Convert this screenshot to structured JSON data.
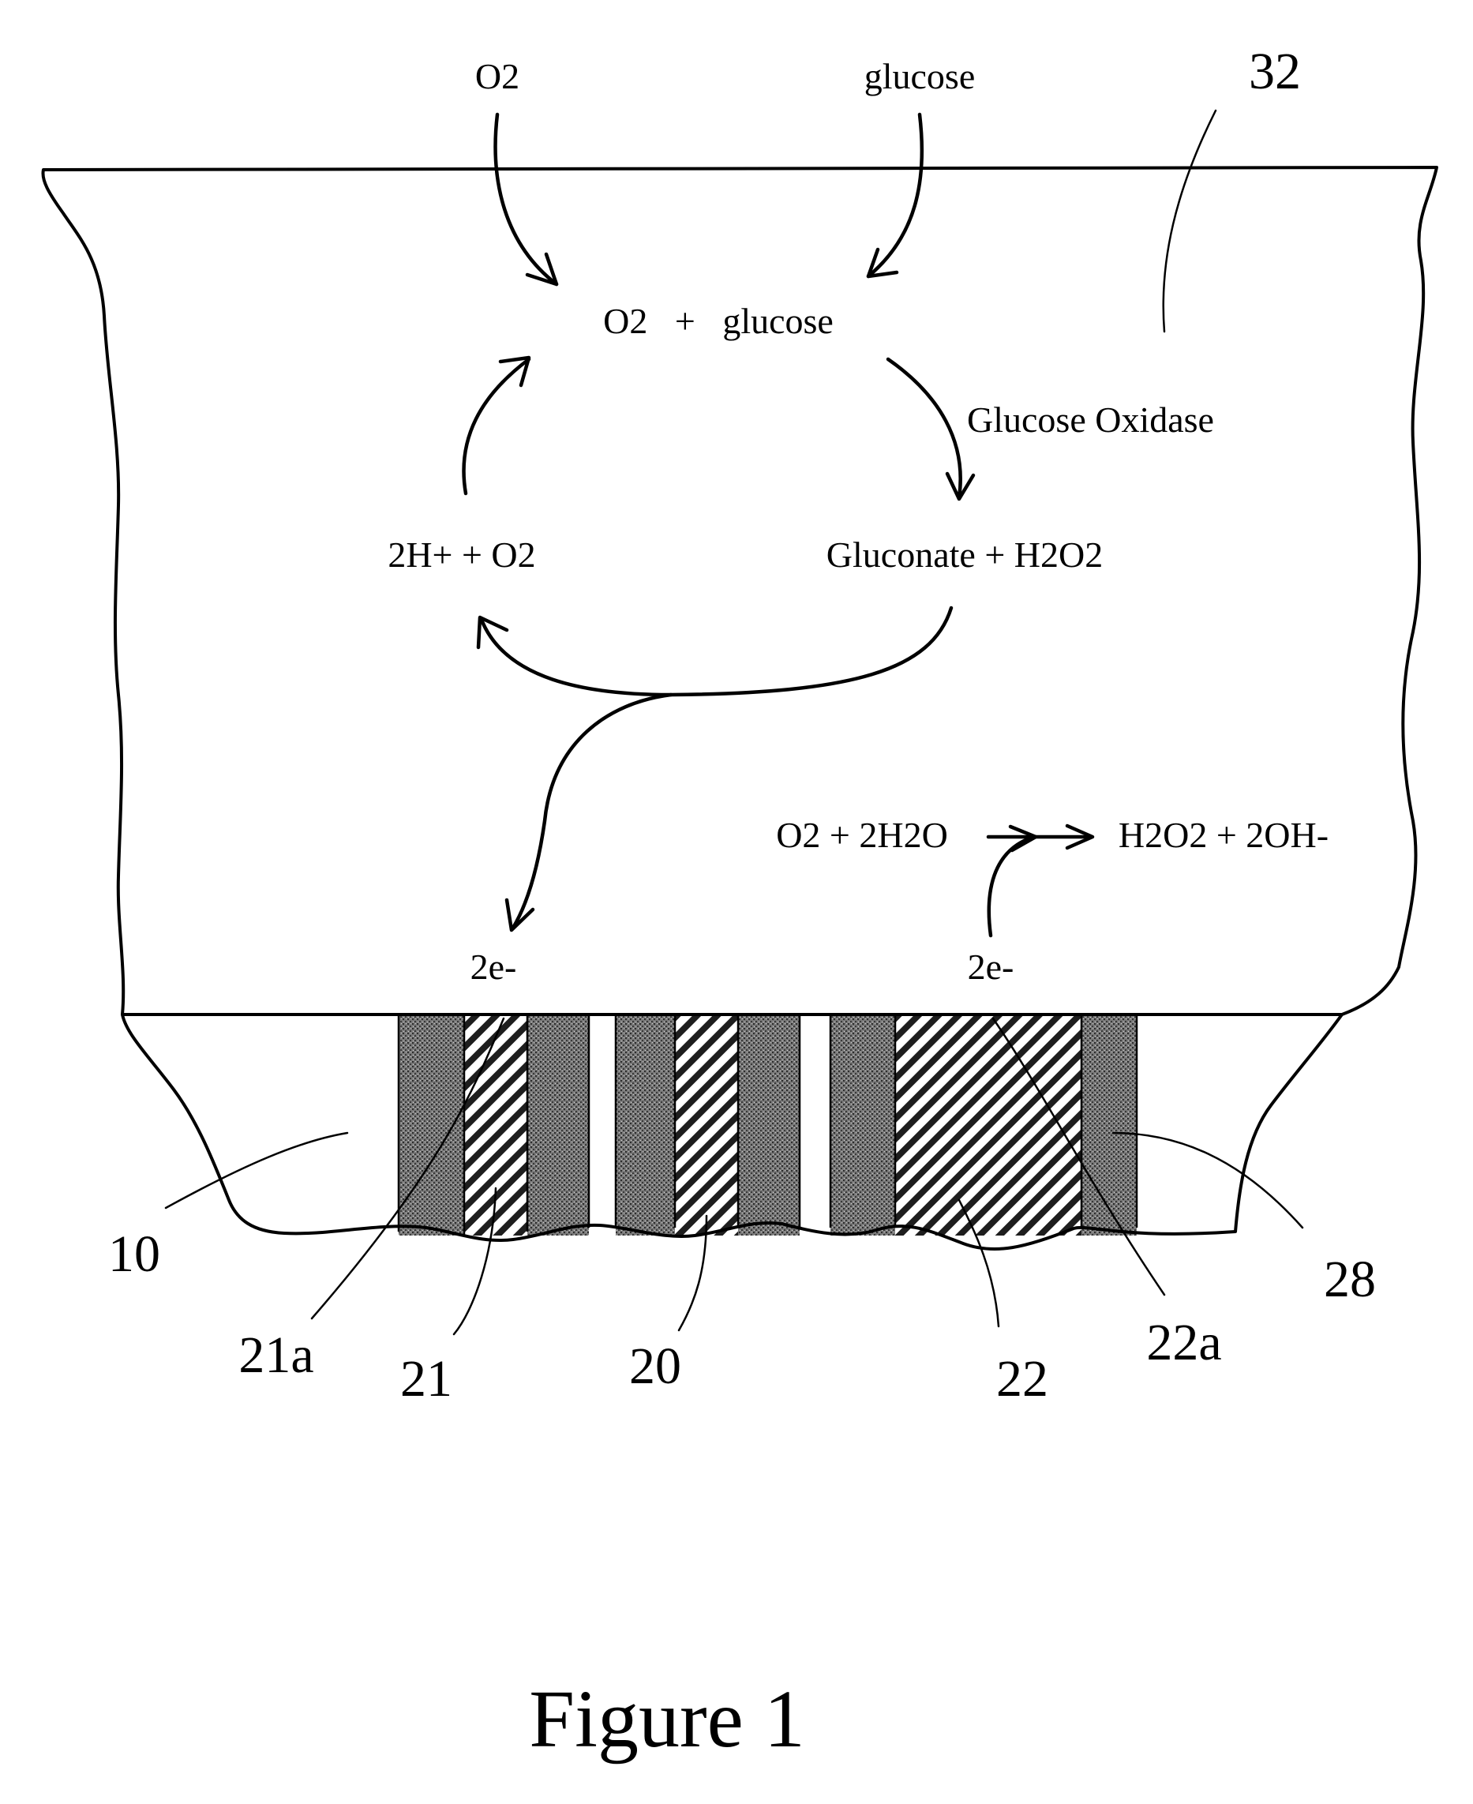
{
  "inputs": {
    "oxygen": "O2",
    "glucose": "glucose"
  },
  "reactions": {
    "reactants": "O2   +   glucose",
    "enzyme": "Glucose Oxidase",
    "products": "Gluconate + H2O2",
    "regenerated": "2H+ + O2",
    "reduction": "O2 + 2H2O",
    "reduction_products": "H2O2 + 2OH-",
    "electrons_left": "2e-",
    "electrons_right": "2e-"
  },
  "reference_numerals": {
    "membrane": "32",
    "substrate": "10",
    "contact_21a": "21a",
    "electrode_21": "21",
    "electrode_20": "20",
    "electrode_22": "22",
    "contact_22a": "22a",
    "insulator_28": "28"
  },
  "caption": "Figure 1"
}
